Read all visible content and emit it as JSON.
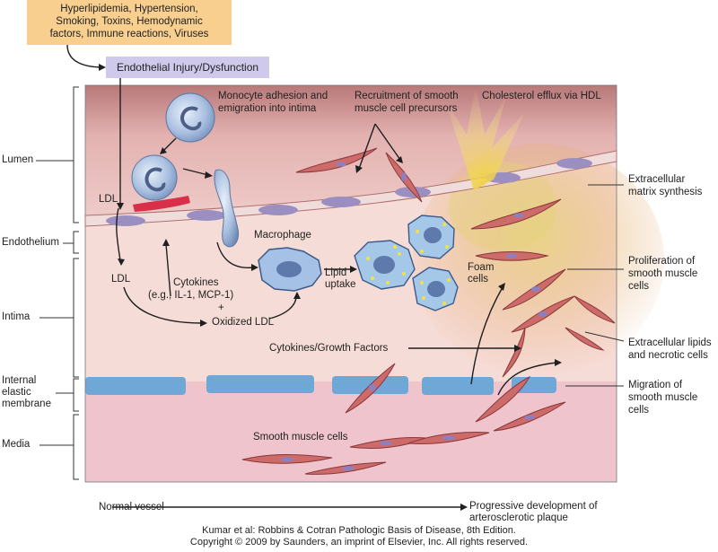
{
  "boxes": {
    "risk_factors": [
      "Hyperlipidemia, Hypertension,",
      "Smoking, Toxins, Hemodynamic",
      "factors, Immune reactions, Viruses"
    ],
    "endothelial_injury": "Endothelial Injury/Dysfunction"
  },
  "layers": {
    "lumen": "Lumen",
    "endothelium": "Endothelium",
    "intima": "Intima",
    "iem_1": "Internal",
    "iem_2": "elastic",
    "iem_3": "membrane",
    "media": "Media"
  },
  "labels": {
    "monocyte_1": "Monocyte adhesion and",
    "monocyte_2": "emigration into intima",
    "recruit_1": "Recruitment of smooth",
    "recruit_2": "muscle cell precursors",
    "cholesterol": "Cholesterol efflux via HDL",
    "ldl_1": "LDL",
    "ldl_2": "LDL",
    "macrophage": "Macrophage",
    "lipid_1": "Lipid",
    "lipid_2": "uptake",
    "foam_1": "Foam",
    "foam_2": "cells",
    "cytokines_1": "Cytokines",
    "cytokines_2": "(e.g., IL-1, MCP-1)",
    "plus": "+",
    "oxidized": "Oxidized LDL",
    "growth": "Cytokines/Growth Factors",
    "smc": "Smooth muscle cells",
    "ecm_1": "Extracellular",
    "ecm_2": "matrix synthesis",
    "prolif_1": "Proliferation of",
    "prolif_2": "smooth muscle",
    "prolif_3": "cells",
    "lipids_1": "Extracellular lipids",
    "lipids_2": "and necrotic cells",
    "migration_1": "Migration of",
    "migration_2": "smooth muscle",
    "migration_3": "cells"
  },
  "timeline": {
    "start": "Normal vessel",
    "end_1": "Progressive development of",
    "end_2": "arterosclerotic plaque"
  },
  "footer": {
    "line_1": "Kumar et al: Robbins & Cotran Pathologic Basis of Disease, 8th Edition.",
    "line_2": "Copyright © 2009 by Saunders, an imprint of Elsevier, Inc. All rights reserved."
  },
  "colors": {
    "risk_box": "#f8cf8f",
    "injury_box": "#cfc9ec",
    "lumen": "#e9b8b8",
    "intima": "#f6dcd6",
    "media": "#f0c4cc",
    "iem": "#6fa7d6",
    "smc": "#c8585a",
    "monocyte": "#8fa9d0"
  }
}
